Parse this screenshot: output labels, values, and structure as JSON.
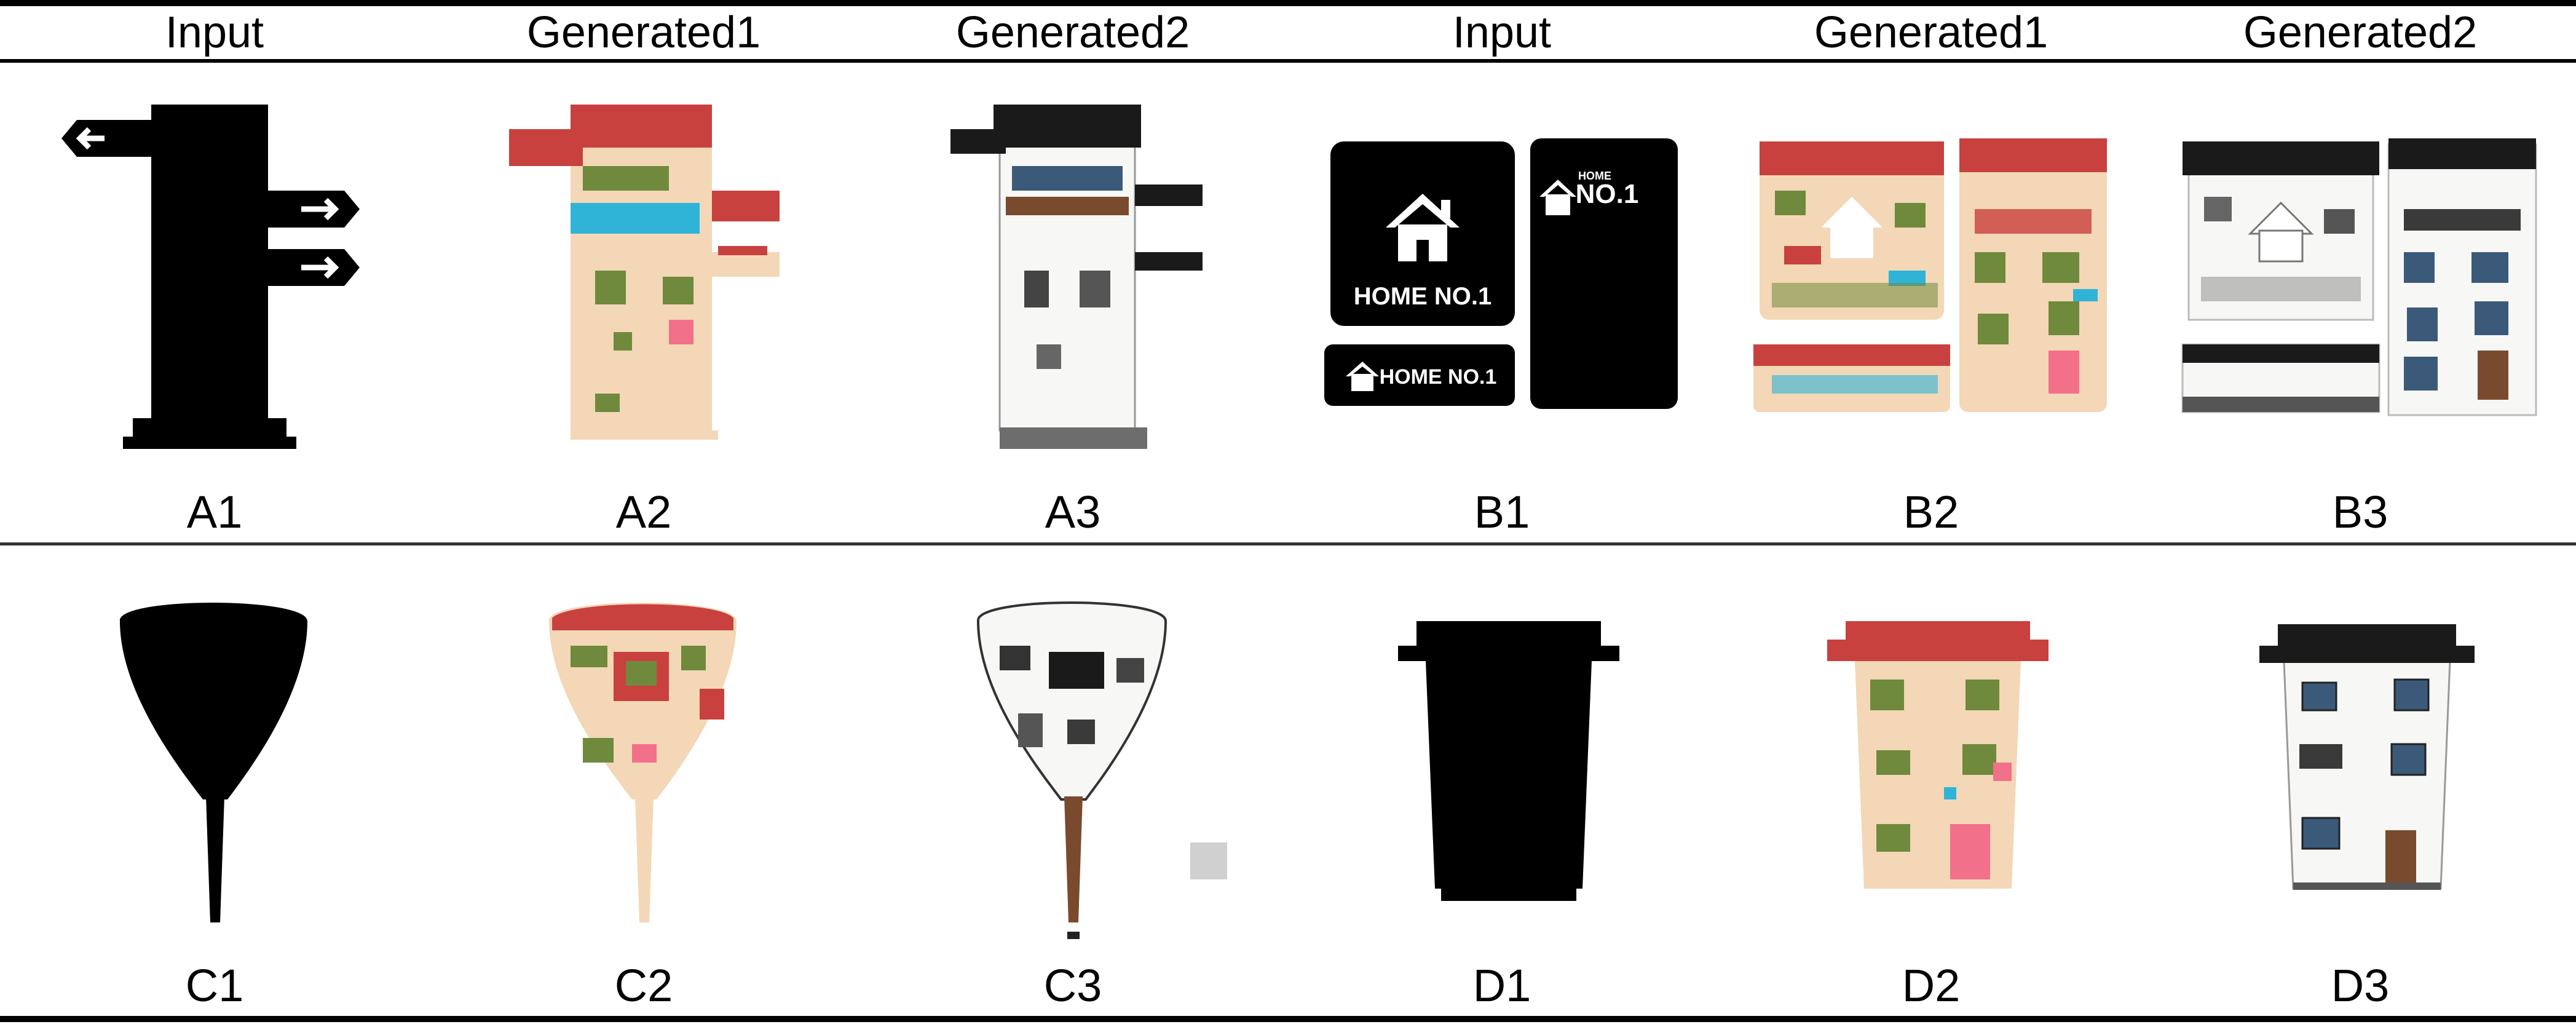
{
  "headers": [
    "Input",
    "Generated1",
    "Generated2",
    "Input",
    "Generated1",
    "Generated2"
  ],
  "row1_labels": [
    "A1",
    "A2",
    "A3",
    "B1",
    "B2",
    "B3"
  ],
  "row2_labels": [
    "C1",
    "C2",
    "C3",
    "D1",
    "D2",
    "D3"
  ],
  "sign_text": {
    "big_home": "HOME NO.1",
    "small_home": "HOME NO.1",
    "tall_home_top": "HOME",
    "tall_home_no": "NO.1"
  },
  "colors": {
    "silhouette": "#000000",
    "wall": "#f3d7b6",
    "roof_red": "#c8413f",
    "window_green": "#6f8a3c",
    "door_pink": "#f2708a",
    "accent_blue": "#2fb4d8",
    "dark_roof": "#1a1a1a",
    "white_wall": "#f7f7f5",
    "brown": "#7a4a2e"
  }
}
